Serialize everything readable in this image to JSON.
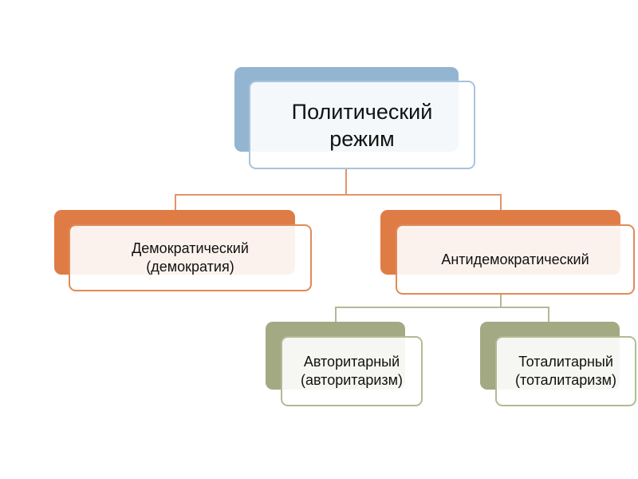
{
  "root": {
    "label": "Политический режим"
  },
  "level1": [
    {
      "label": "Демократический (демократия)"
    },
    {
      "label": "Антидемократический"
    }
  ],
  "level2": [
    {
      "label": "Авторитарный (авторитаризм)"
    },
    {
      "label": "Тоталитарный (тоталитаризм)"
    }
  ],
  "colors": {
    "root": "#93b5d1",
    "level1": "#df7c45",
    "level2": "#a3a982"
  }
}
